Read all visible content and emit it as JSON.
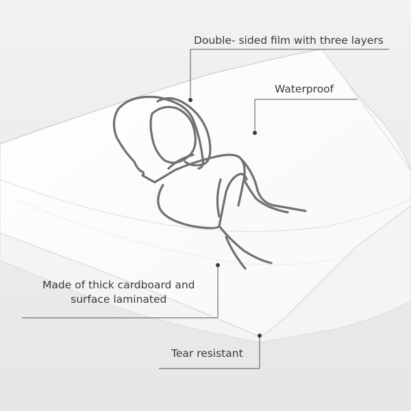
{
  "callouts": {
    "double_sided": "Double- sided film with three layers",
    "waterproof": "Waterproof",
    "cardboard_line1": "Made of thick cardboard and",
    "cardboard_line2": "surface laminated",
    "tear_resistant": "Tear resistant"
  },
  "colors": {
    "background": "#ececec",
    "sheet": "#ffffff",
    "sketch_stroke": "#707070",
    "leader_line": "#555555",
    "text": "#3a3a3a"
  },
  "illustration": "line-drawing of a seated figure on a laminated white sheet"
}
